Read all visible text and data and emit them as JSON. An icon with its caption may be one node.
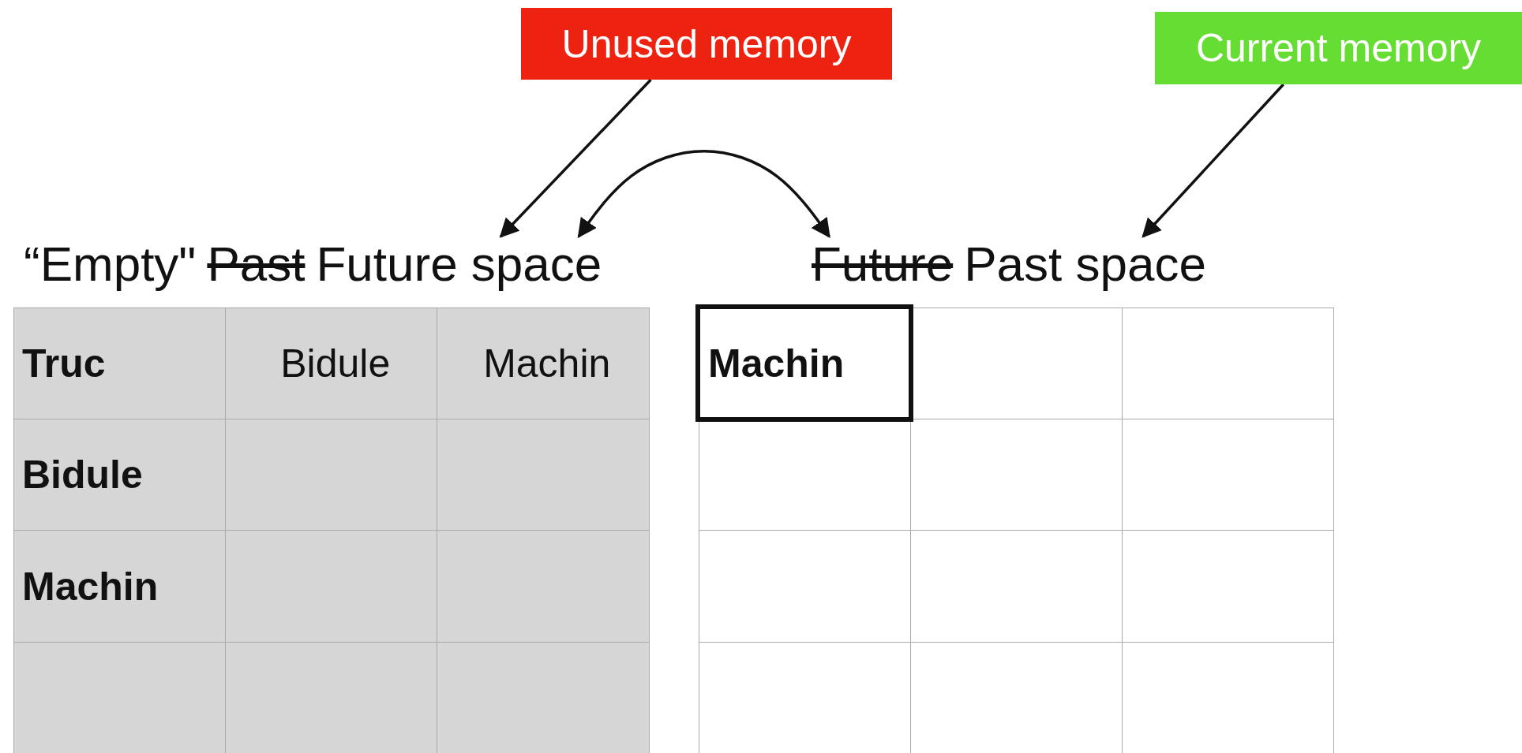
{
  "diagram": {
    "nodes": [
      {
        "text": [
          "Unused memory"
        ]
      },
      {
        "text": [
          "Current memory"
        ]
      },
      {
        "text": [
          "“Empty\"",
          "Past",
          "Future space"
        ]
      },
      {
        "text": [
          "Future",
          "Past space"
        ]
      }
    ],
    "edges": [
      {
        "from": 0,
        "to": 2,
        "arrow": "to"
      },
      {
        "from": 1,
        "to": 3,
        "arrow": "to"
      },
      {
        "from": 2,
        "to": 3,
        "arrow": "both"
      }
    ],
    "labels": [
      "Truc",
      "Bidule",
      "Machin",
      "Bidule",
      "Machin",
      "Machin"
    ]
  }
}
